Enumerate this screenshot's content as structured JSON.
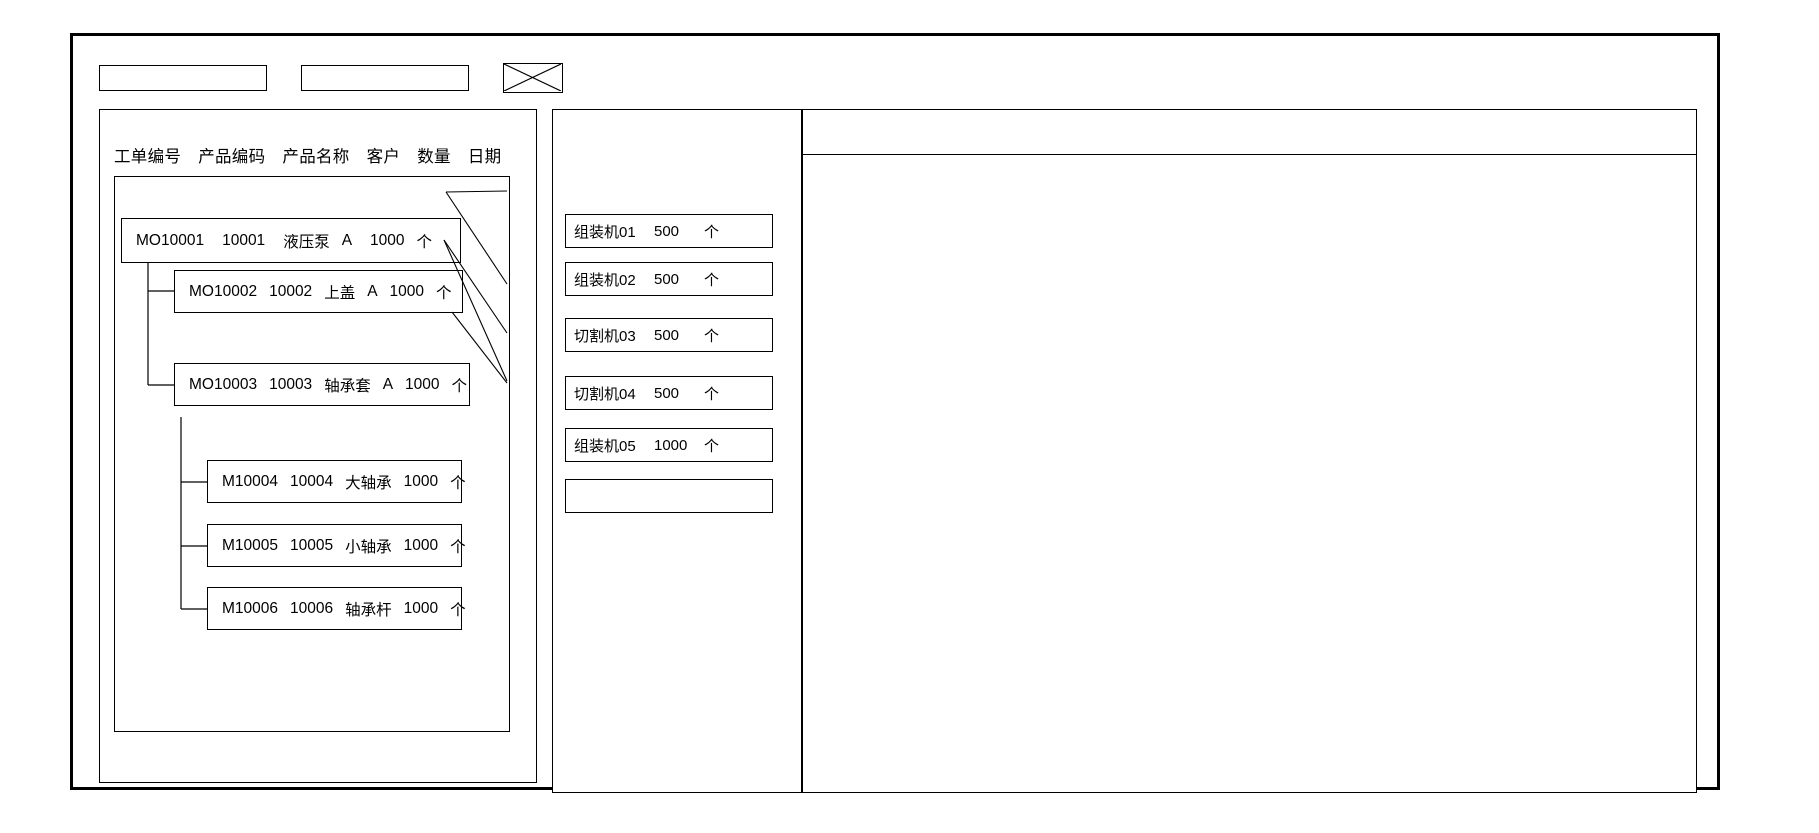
{
  "window": {
    "toolbar": {
      "field1_value": "",
      "field2_value": "",
      "image_placeholder_label": "image-placeholder"
    }
  },
  "left_panel": {
    "columns": [
      "工单编号",
      "产品编码",
      "产品名称",
      "客户",
      "数量",
      "日期"
    ],
    "rows": [
      {
        "level": 0,
        "order_no": "MO10001",
        "product_code": "10001",
        "product_name": "液压泵",
        "customer": "A",
        "quantity": "1000",
        "unit": "个"
      },
      {
        "level": 1,
        "order_no": "MO10002",
        "product_code": "10002",
        "product_name": "上盖",
        "customer": "A",
        "quantity": "1000",
        "unit": "个"
      },
      {
        "level": 1,
        "order_no": "MO10003",
        "product_code": "10003",
        "product_name": "轴承套",
        "customer": "A",
        "quantity": "1000",
        "unit": "个"
      },
      {
        "level": 2,
        "order_no": "M10004",
        "product_code": "10004",
        "product_name": "大轴承",
        "customer": "",
        "quantity": "1000",
        "unit": "个"
      },
      {
        "level": 2,
        "order_no": "M10005",
        "product_code": "10005",
        "product_name": "小轴承",
        "customer": "",
        "quantity": "1000",
        "unit": "个"
      },
      {
        "level": 2,
        "order_no": "M10006",
        "product_code": "10006",
        "product_name": "轴承杆",
        "customer": "",
        "quantity": "1000",
        "unit": "个"
      }
    ]
  },
  "middle_panel": {
    "machines": [
      {
        "name": "组装机01",
        "quantity": "500",
        "unit": "个"
      },
      {
        "name": "组装机02",
        "quantity": "500",
        "unit": "个"
      },
      {
        "name": "切割机03",
        "quantity": "500",
        "unit": "个"
      },
      {
        "name": "切割机04",
        "quantity": "500",
        "unit": "个"
      },
      {
        "name": "组装机05",
        "quantity": "1000",
        "unit": "个"
      },
      {
        "name": "",
        "quantity": "",
        "unit": ""
      }
    ]
  },
  "right_panel": {
    "content": ""
  },
  "colors": {
    "border": "#000000",
    "background": "#ffffff"
  }
}
